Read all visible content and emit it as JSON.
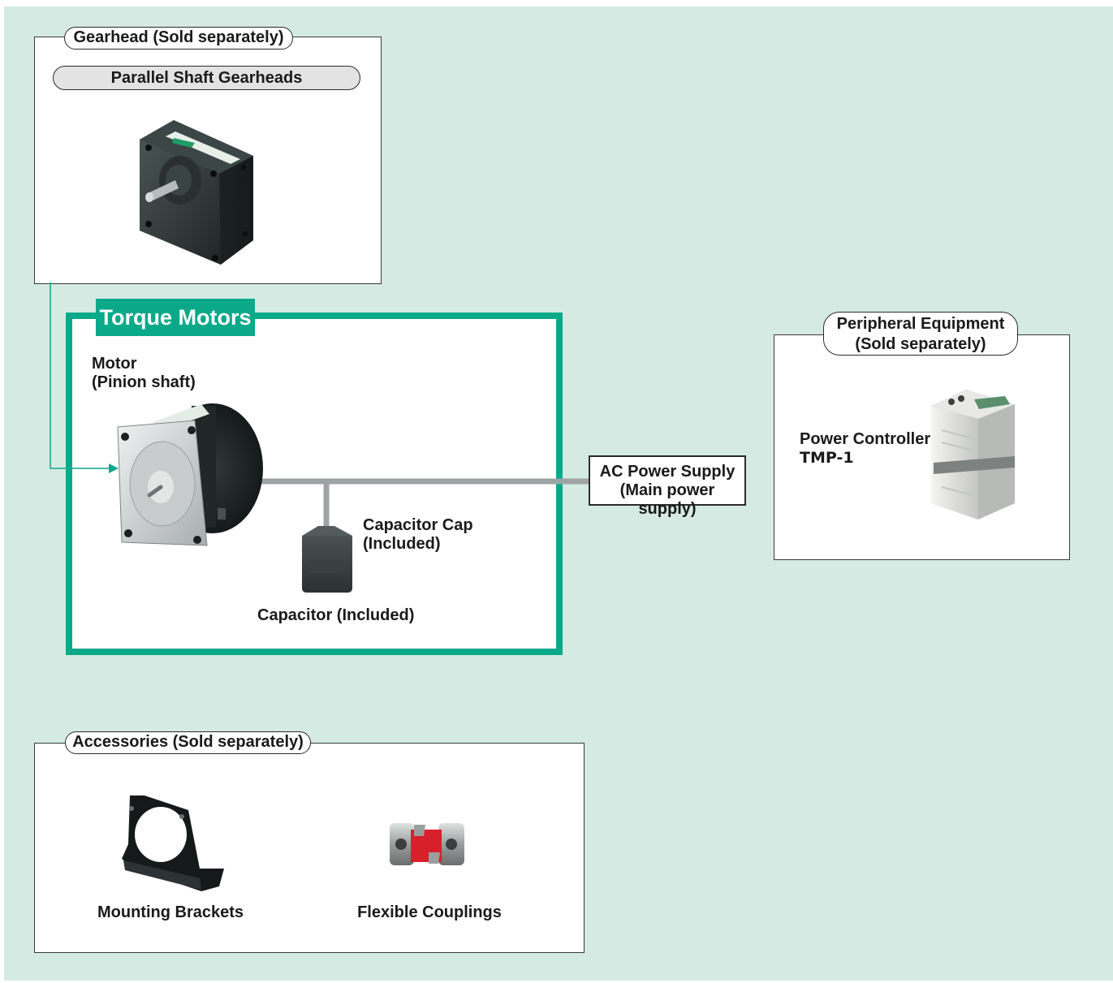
{
  "colors": {
    "background": "#d5eae3",
    "accent": "#0aa98a"
  },
  "gearhead": {
    "title": "Gearhead (Sold separately)",
    "subtitle": "Parallel Shaft Gearheads",
    "image": "gearhead-photo"
  },
  "torque_motors": {
    "title": "Torque Motors",
    "motor_line1": "Motor",
    "motor_line2": "(Pinion shaft)",
    "capacitor_cap_line1": "Capacitor Cap",
    "capacitor_cap_line2": "(Included)",
    "capacitor": "Capacitor (Included)"
  },
  "ac_supply": {
    "line1": "AC Power Supply",
    "line2": "(Main power supply)"
  },
  "peripheral": {
    "title_line1": "Peripheral Equipment",
    "title_line2": "(Sold separately)",
    "item_name": "Power Controller",
    "item_model": "TMP-1"
  },
  "accessories": {
    "title": "Accessories (Sold separately)",
    "item1": "Mounting Brackets",
    "item2": "Flexible Couplings"
  }
}
